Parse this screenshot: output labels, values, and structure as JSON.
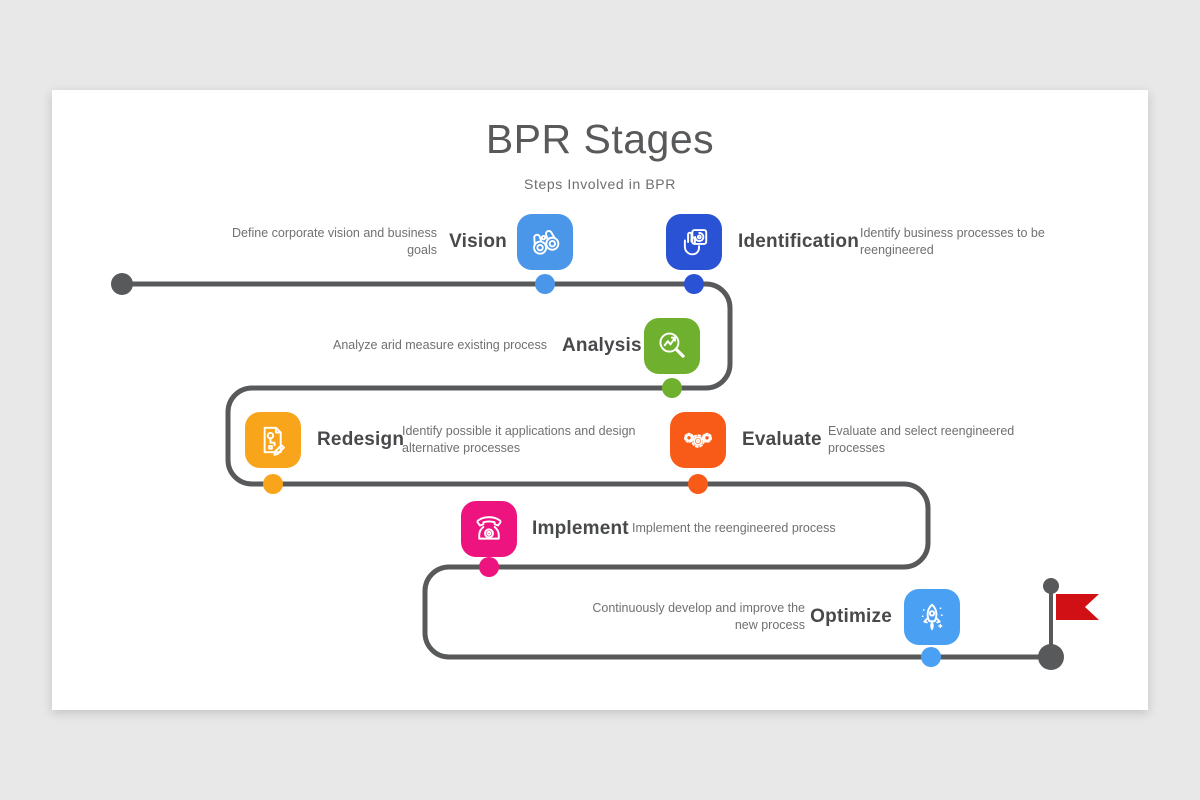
{
  "header": {
    "title": "BPR Stages",
    "subtitle": "Steps Involved in BPR"
  },
  "stages": [
    {
      "name": "vision",
      "label": "Vision",
      "description": "Define corporate vision and business goals",
      "color": "#4A96E8",
      "icon": "binoculars-icon"
    },
    {
      "name": "identification",
      "label": "Identification",
      "description": "Identify business processes to be reengineered",
      "color": "#2A52D4",
      "icon": "touch-identify-icon"
    },
    {
      "name": "analysis",
      "label": "Analysis",
      "description": "Analyze arid measure existing process",
      "color": "#6FB02E",
      "icon": "magnifier-chart-icon"
    },
    {
      "name": "redesign",
      "label": "Redesign",
      "description": "Identify possible it applications and design alternative processes",
      "color": "#F9A51B",
      "icon": "document-pencil-icon"
    },
    {
      "name": "evaluate",
      "label": "Evaluate",
      "description": "Evaluate and select reengineered processes",
      "color": "#F75B17",
      "icon": "gears-icon"
    },
    {
      "name": "implement",
      "label": "Implement",
      "description": "Implement the reengineered process",
      "color": "#ED1480",
      "icon": "telephone-icon"
    },
    {
      "name": "optimize",
      "label": "Optimize",
      "description": "Continuously develop and improve the new process",
      "color": "#4AA0F2",
      "icon": "rocket-icon"
    }
  ],
  "timeline": {
    "line_color": "#58595B",
    "flag_color": "#D11016"
  }
}
